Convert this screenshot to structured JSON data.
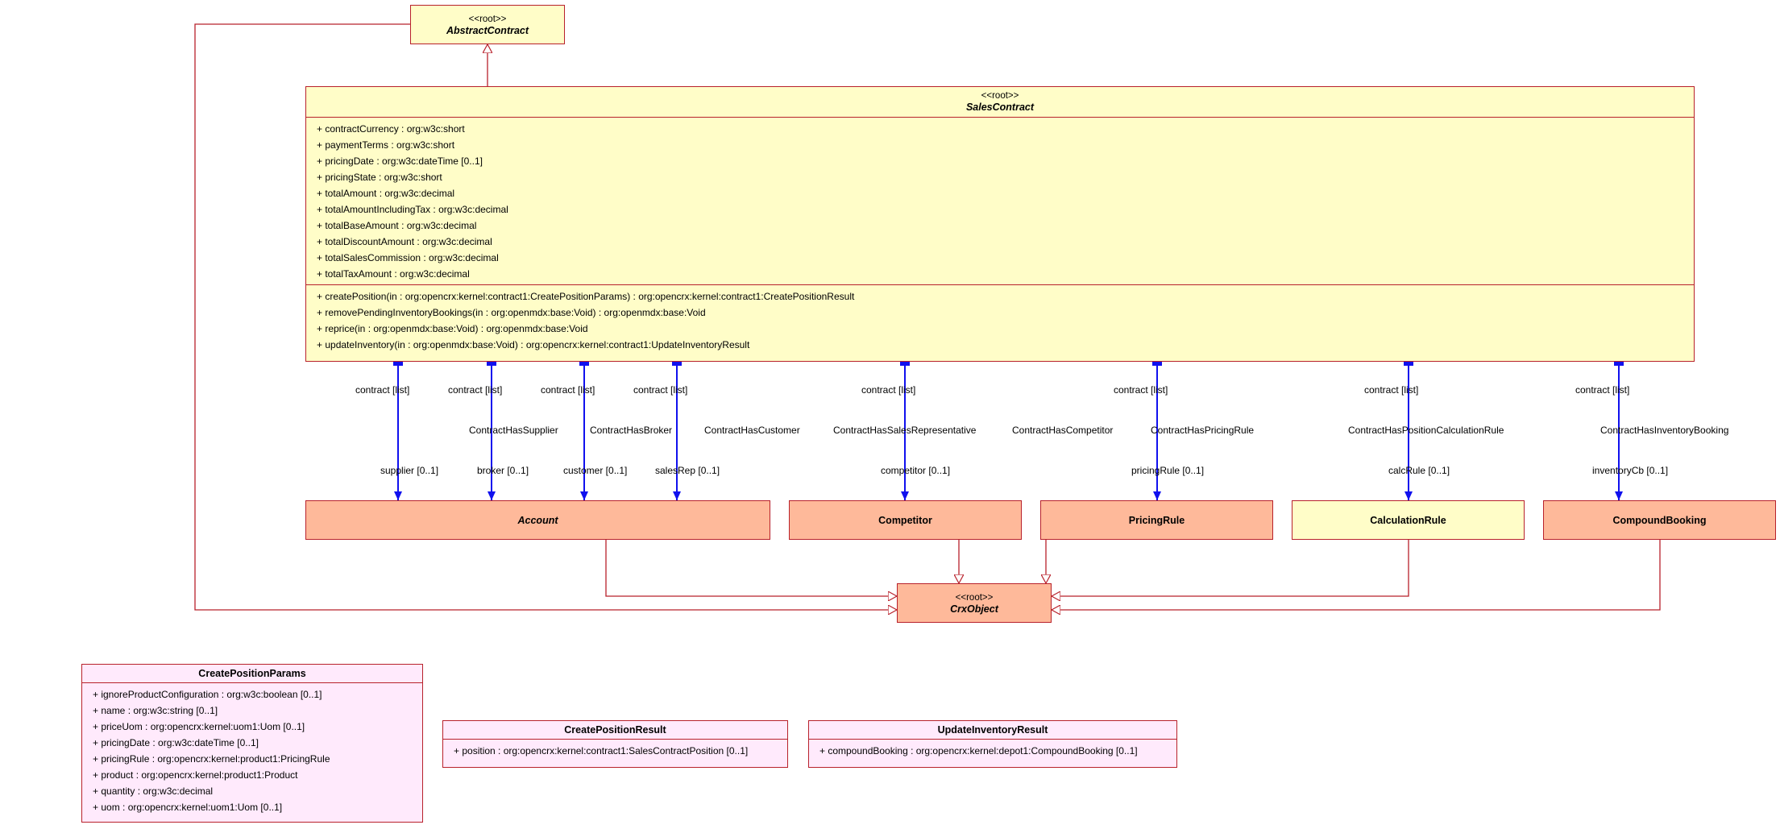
{
  "classes": {
    "abstract_contract": {
      "stereotype": "<<root>>",
      "name": "AbstractContract"
    },
    "sales_contract": {
      "stereotype": "<<root>>",
      "name": "SalesContract",
      "attributes": [
        "+ contractCurrency : org:w3c:short",
        "+ paymentTerms : org:w3c:short",
        "+ pricingDate : org:w3c:dateTime [0..1]",
        "+ pricingState : org:w3c:short",
        "+ totalAmount : org:w3c:decimal",
        "+ totalAmountIncludingTax : org:w3c:decimal",
        "+ totalBaseAmount : org:w3c:decimal",
        "+ totalDiscountAmount : org:w3c:decimal",
        "+ totalSalesCommission : org:w3c:decimal",
        "+ totalTaxAmount : org:w3c:decimal"
      ],
      "operations": [
        "+ createPosition(in : org:opencrx:kernel:contract1:CreatePositionParams) : org:opencrx:kernel:contract1:CreatePositionResult",
        "+ removePendingInventoryBookings(in : org:openmdx:base:Void) : org:openmdx:base:Void",
        "+ reprice(in : org:openmdx:base:Void) : org:openmdx:base:Void",
        "+ updateInventory(in : org:openmdx:base:Void) : org:opencrx:kernel:contract1:UpdateInventoryResult"
      ]
    },
    "account": {
      "name": "Account"
    },
    "competitor": {
      "name": "Competitor"
    },
    "pricing_rule": {
      "name": "PricingRule"
    },
    "calculation_rule": {
      "name": "CalculationRule"
    },
    "compound_booking": {
      "name": "CompoundBooking"
    },
    "crx_object": {
      "stereotype": "<<root>>",
      "name": "CrxObject"
    },
    "create_position_params": {
      "name": "CreatePositionParams",
      "attributes": [
        "+ ignoreProductConfiguration : org:w3c:boolean [0..1]",
        "+ name : org:w3c:string [0..1]",
        "+ priceUom : org:opencrx:kernel:uom1:Uom [0..1]",
        "+ pricingDate : org:w3c:dateTime [0..1]",
        "+ pricingRule : org:opencrx:kernel:product1:PricingRule",
        "+ product : org:opencrx:kernel:product1:Product",
        "+ quantity : org:w3c:decimal",
        "+ uom : org:opencrx:kernel:uom1:Uom [0..1]"
      ]
    },
    "create_position_result": {
      "name": "CreatePositionResult",
      "attributes": [
        "+ position : org:opencrx:kernel:contract1:SalesContractPosition [0..1]"
      ]
    },
    "update_inventory_result": {
      "name": "UpdateInventoryResult",
      "attributes": [
        "+ compoundBooking : org:opencrx:kernel:depot1:CompoundBooking [0..1]"
      ]
    }
  },
  "associations": [
    {
      "source_label": "contract [list]",
      "name": "ContractHasSupplier",
      "target_label": "supplier [0..1]"
    },
    {
      "source_label": "contract [list]",
      "name": "ContractHasBroker",
      "target_label": "broker [0..1]"
    },
    {
      "source_label": "contract [list]",
      "name": "ContractHasCustomer",
      "target_label": "customer [0..1]"
    },
    {
      "source_label": "contract [list]",
      "name": "ContractHasSalesRepresentative",
      "target_label": "salesRep [0..1]"
    },
    {
      "source_label": "contract [list]",
      "name": "ContractHasCompetitor",
      "target_label": "competitor [0..1]"
    },
    {
      "source_label": "contract [list]",
      "name": "ContractHasPricingRule",
      "target_label": "pricingRule [0..1]"
    },
    {
      "source_label": "contract [list]",
      "name": "ContractHasPositionCalculationRule",
      "target_label": "calcRule [0..1]"
    },
    {
      "source_label": "contract [list]",
      "name": "ContractHasInventoryBooking",
      "target_label": "inventoryCb [0..1]"
    }
  ],
  "colors": {
    "border": "#b8212b",
    "association": "#1010ee",
    "yellow_fill": "#fffdc8",
    "orange_fill": "#feb99a",
    "pink_fill": "#ffeafc"
  }
}
